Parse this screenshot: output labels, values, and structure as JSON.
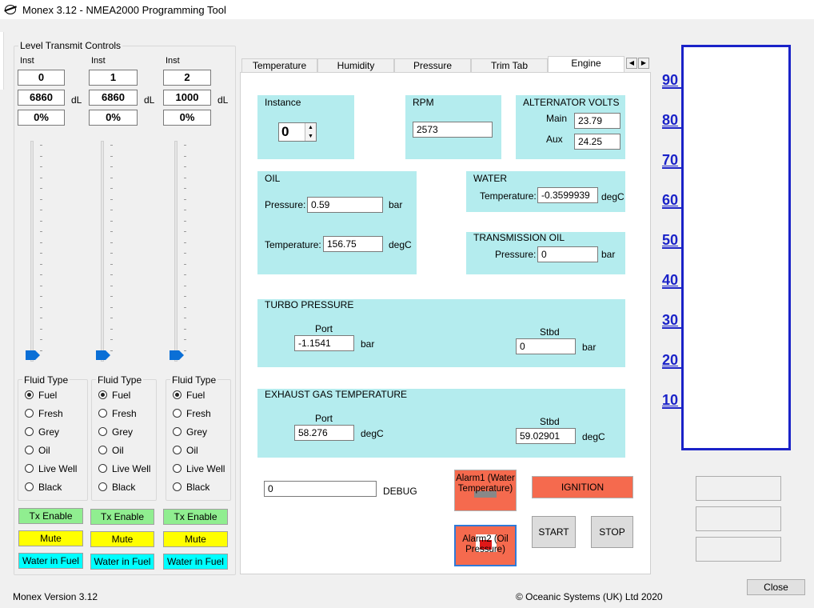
{
  "window": {
    "title": "Monex 3.12 - NMEA2000 Programming Tool"
  },
  "level": {
    "group_label": "Level Transmit Controls",
    "inst_label": "Inst",
    "unit": "dL",
    "channels": [
      {
        "inst": "0",
        "value": "6860",
        "percent": "0%"
      },
      {
        "inst": "1",
        "value": "6860",
        "percent": "0%"
      },
      {
        "inst": "2",
        "value": "1000",
        "percent": "0%"
      }
    ],
    "fluid_type_label": "Fluid Type",
    "fluid_options": [
      "Fuel",
      "Fresh",
      "Grey",
      "Oil",
      "Live Well",
      "Black"
    ],
    "selected_fluid": "Fuel",
    "tx_enable": "Tx Enable",
    "mute": "Mute",
    "water_in_fuel": "Water in Fuel"
  },
  "tabs": [
    "Temperature",
    "Humidity",
    "Pressure",
    "Trim Tab",
    "Engine"
  ],
  "active_tab": "Engine",
  "engine": {
    "instance": {
      "label": "Instance",
      "value": "0"
    },
    "rpm": {
      "label": "RPM",
      "value": "2573"
    },
    "alternator": {
      "label": "ALTERNATOR VOLTS",
      "main_label": "Main",
      "main": "23.79",
      "aux_label": "Aux",
      "aux": "24.25"
    },
    "oil": {
      "label": "OIL",
      "pressure_label": "Pressure:",
      "pressure": "0.59",
      "pressure_unit": "bar",
      "temp_label": "Temperature:",
      "temp": "156.75",
      "temp_unit": "degC"
    },
    "water": {
      "label": "WATER",
      "temp_label": "Temperature:",
      "temp": "-0.3599939",
      "temp_unit": "degC"
    },
    "transmission": {
      "label": "TRANSMISSION OIL",
      "pressure_label": "Pressure:",
      "pressure": "0",
      "unit": "bar"
    },
    "turbo": {
      "label": "TURBO PRESSURE",
      "port_label": "Port",
      "port": "-1.1541",
      "stbd_label": "Stbd",
      "stbd": "0",
      "unit": "bar"
    },
    "exhaust": {
      "label": "EXHAUST GAS TEMPERATURE",
      "port_label": "Port",
      "port": "58.276",
      "stbd_label": "Stbd",
      "stbd": "59.02901",
      "unit": "degC"
    },
    "debug": {
      "label": "DEBUG",
      "value": "0"
    },
    "alarm1": "Alarm1 (Water Temperature)",
    "alarm2": "Alarm2 (Oil Pressure)",
    "ignition": "IGNITION",
    "start": "START",
    "stop": "STOP"
  },
  "gauge": {
    "labels": [
      "90",
      "80",
      "70",
      "60",
      "50",
      "40",
      "30",
      "20",
      "10"
    ],
    "level": 0
  },
  "footer": {
    "version": "Monex Version 3.12",
    "copyright": "© Oceanic Systems (UK) Ltd 2020",
    "close": "Close"
  },
  "colors": {
    "panel": "#b4ecee",
    "gauge": "#1a22c8",
    "alarm": "#f56a4e",
    "tx": "#90ee90",
    "mute": "#ffff00",
    "water": "#00ffff"
  }
}
